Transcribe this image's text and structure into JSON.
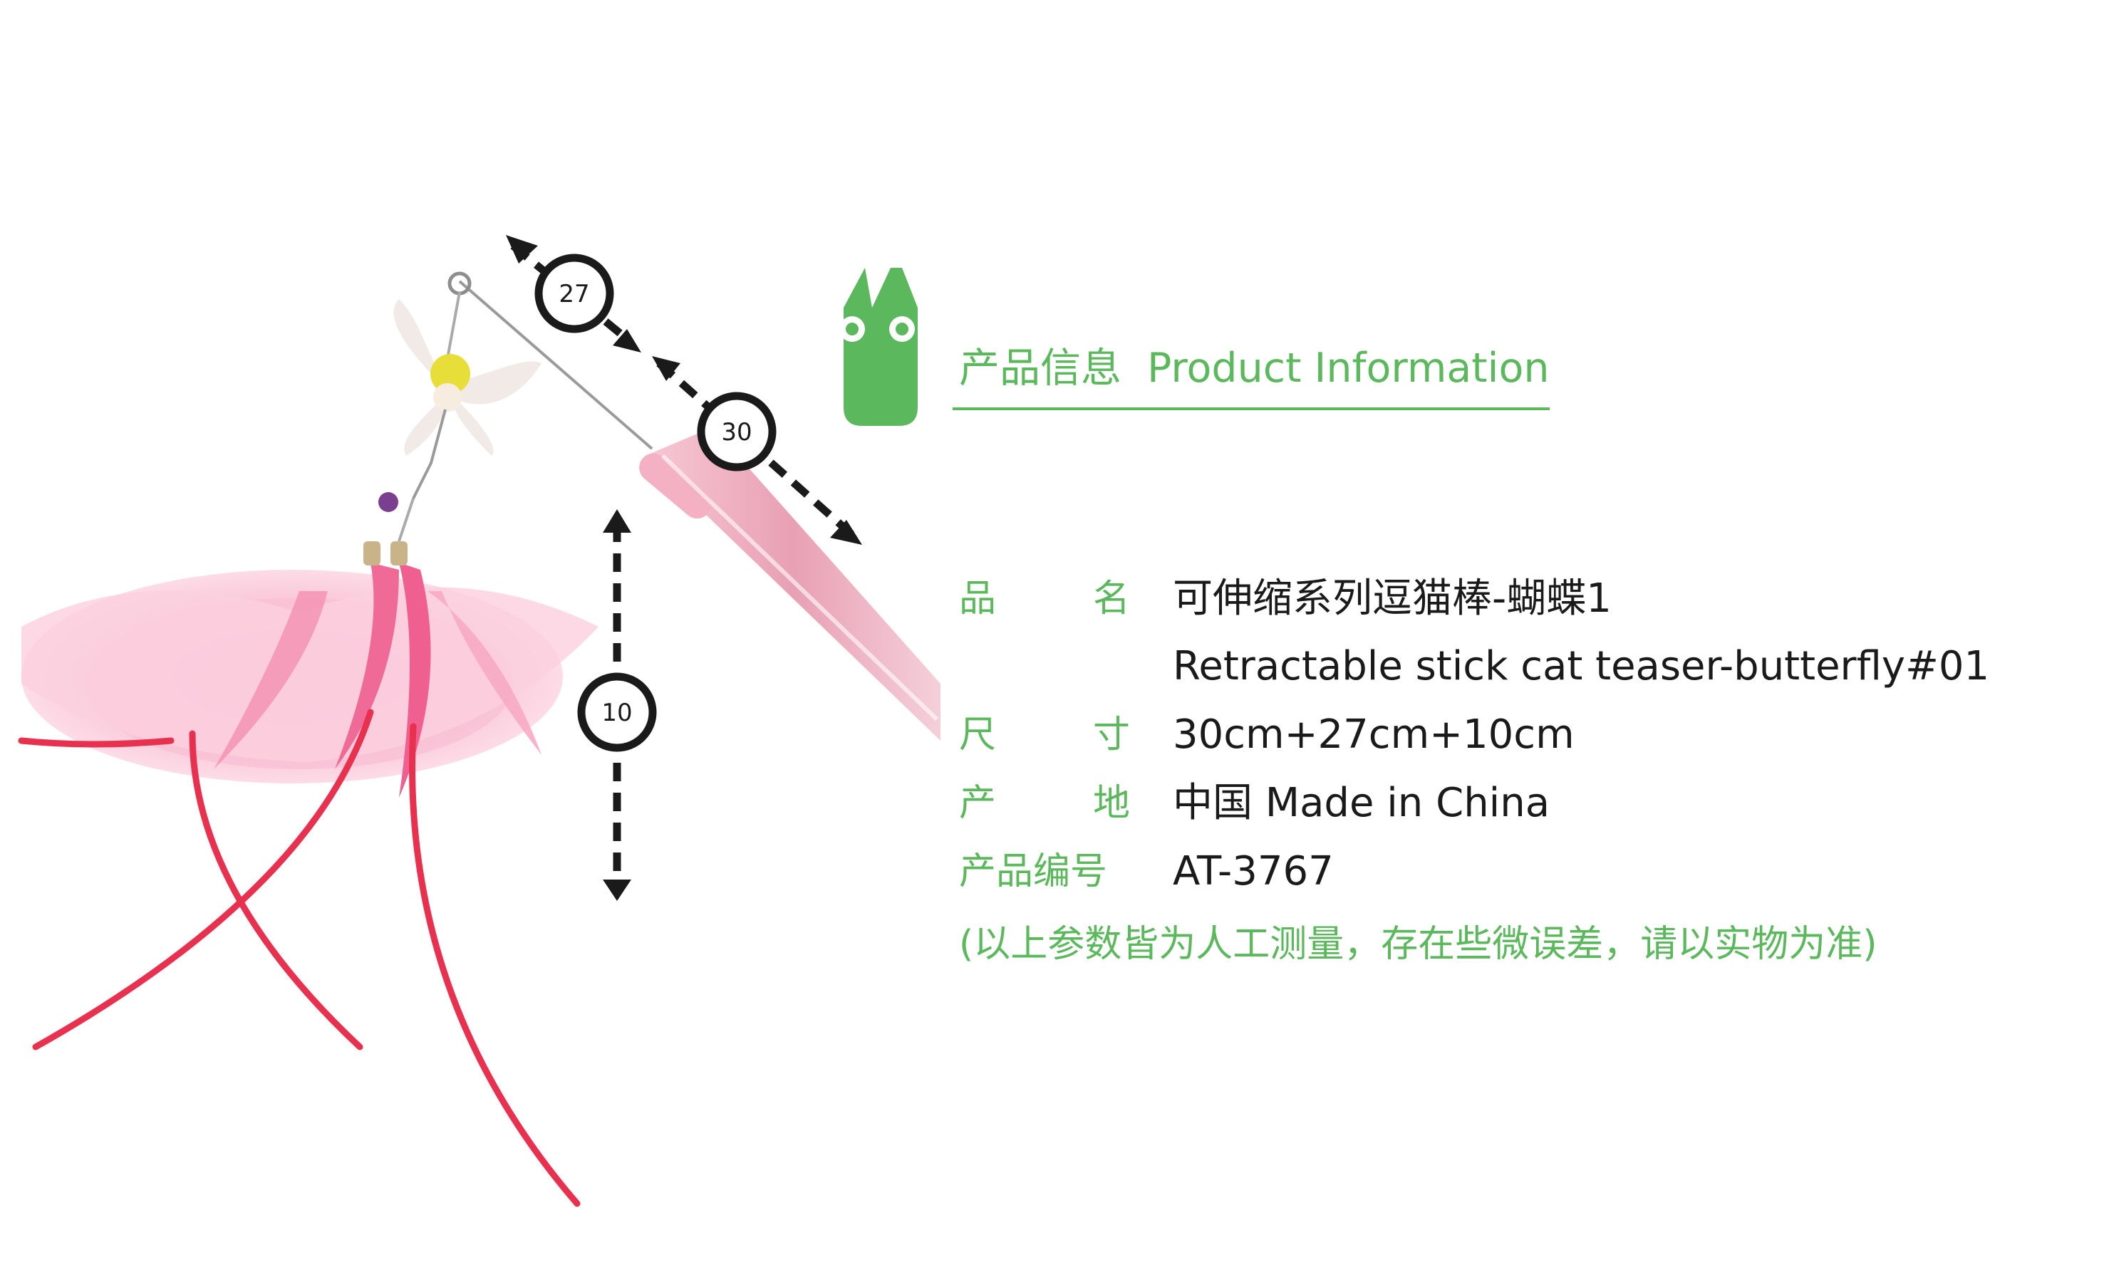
{
  "title": {
    "cn": "产品信息",
    "en": "Product Information"
  },
  "dimensions": {
    "badge_27": "27",
    "badge_30": "30",
    "badge_10": "10"
  },
  "fields": {
    "name": {
      "label": "品　　名",
      "label_chars": [
        "品",
        "名"
      ],
      "value_cn": "可伸缩系列逗猫棒-蝴蝶1",
      "value_en": "Retractable stick cat teaser-butterfly#01"
    },
    "size": {
      "label_chars": [
        "尺",
        "寸"
      ],
      "value": "30cm+27cm+10cm"
    },
    "origin": {
      "label_chars": [
        "产",
        "地"
      ],
      "value": "中国 Made in China"
    },
    "code": {
      "label": "产品编号",
      "value": "AT-3767"
    }
  },
  "note": "(以上参数皆为人工测量，存在些微误差，请以实物为准)",
  "colors": {
    "accent_green": "#5cb85c",
    "text_dark": "#1a1a1a",
    "feather_pink": "#f7a8c4",
    "ribbon_red": "#e8304f",
    "stick_pink": "#f2b6c6"
  }
}
